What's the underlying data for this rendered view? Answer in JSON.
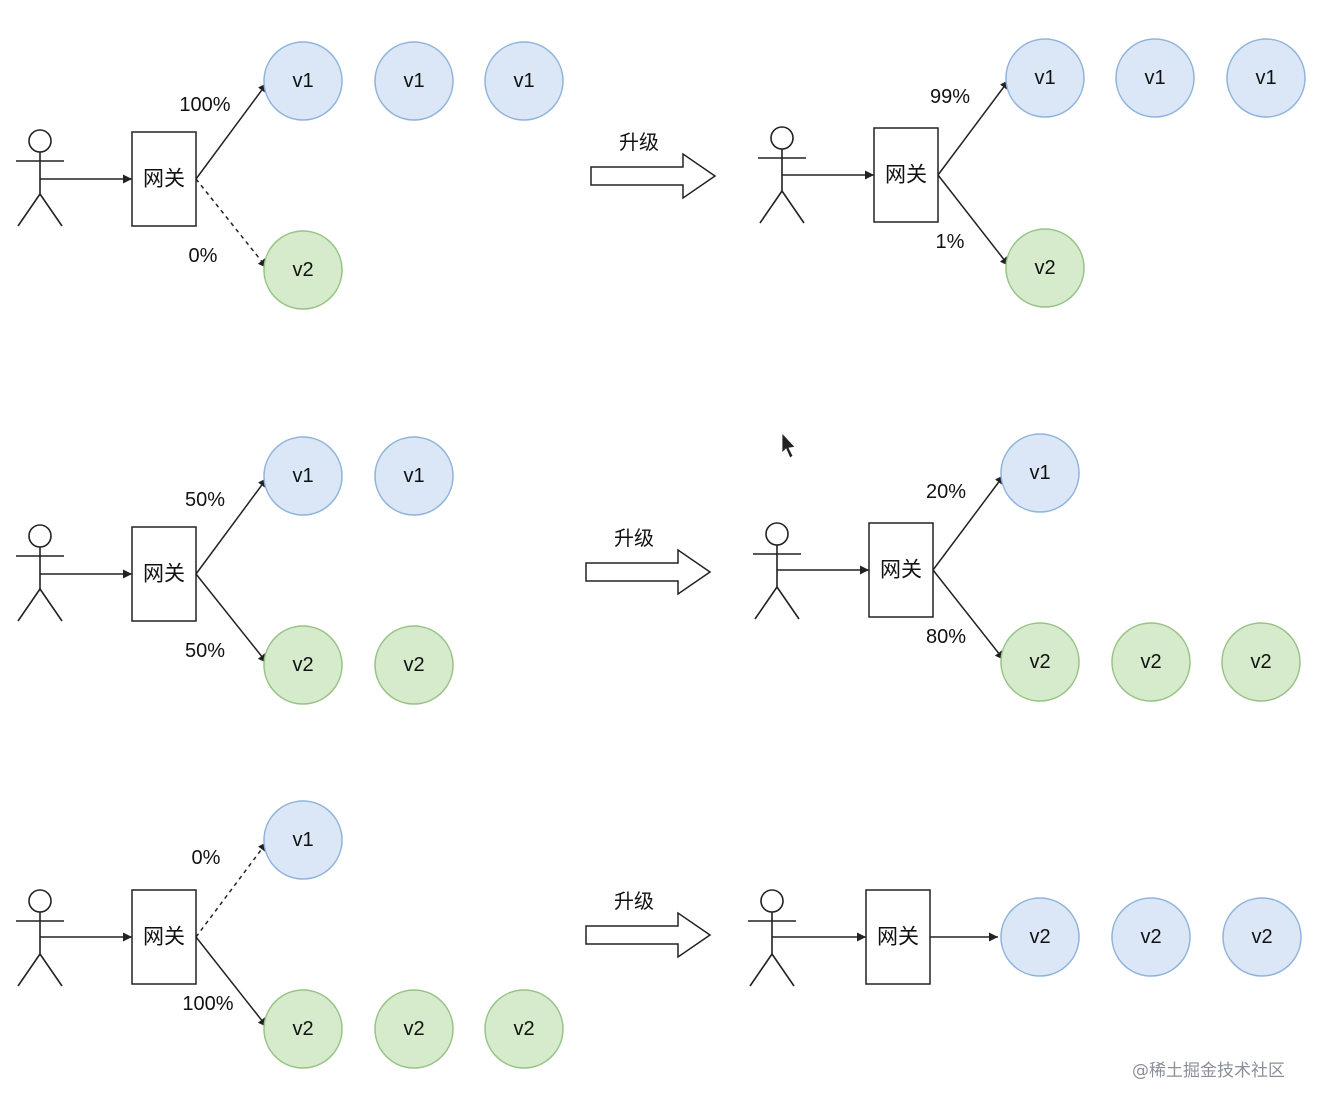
{
  "diagram": {
    "gateway_label": "网关",
    "upgrade_label": "升级",
    "colors": {
      "v1_fill": "#dbe7f7",
      "v1_stroke": "#8fb4dc",
      "v2_fill": "#d6ebcc",
      "v2_stroke": "#97c386",
      "line": "#222222"
    },
    "stages": [
      {
        "id": "s1",
        "top_pct": "100%",
        "bottom_pct": "0%",
        "top_dashed": false,
        "bottom_dashed": true,
        "top_nodes": [
          "v1",
          "v1",
          "v1"
        ],
        "bottom_nodes": [
          "v2"
        ]
      },
      {
        "id": "s2",
        "top_pct": "99%",
        "bottom_pct": "1%",
        "top_dashed": false,
        "bottom_dashed": false,
        "top_nodes": [
          "v1",
          "v1",
          "v1"
        ],
        "bottom_nodes": [
          "v2"
        ]
      },
      {
        "id": "s3",
        "top_pct": "50%",
        "bottom_pct": "50%",
        "top_dashed": false,
        "bottom_dashed": false,
        "top_nodes": [
          "v1",
          "v1"
        ],
        "bottom_nodes": [
          "v2",
          "v2"
        ]
      },
      {
        "id": "s4",
        "top_pct": "20%",
        "bottom_pct": "80%",
        "top_dashed": false,
        "bottom_dashed": false,
        "top_nodes": [
          "v1"
        ],
        "bottom_nodes": [
          "v2",
          "v2",
          "v2"
        ]
      },
      {
        "id": "s5",
        "top_pct": "0%",
        "bottom_pct": "100%",
        "top_dashed": true,
        "bottom_dashed": false,
        "top_nodes": [
          "v1"
        ],
        "bottom_nodes": [
          "v2",
          "v2",
          "v2"
        ]
      },
      {
        "id": "s6",
        "straight": true,
        "nodes": [
          "v2",
          "v2",
          "v2"
        ],
        "node_style": "v1"
      }
    ]
  },
  "watermark": "@稀土掘金技术社区"
}
